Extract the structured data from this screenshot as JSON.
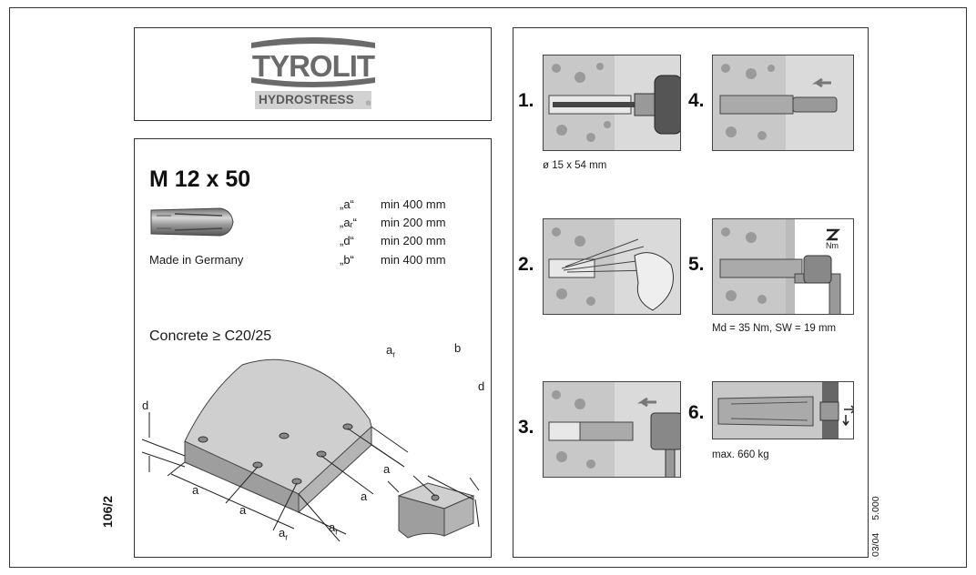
{
  "header": {
    "brand": "TYROLIT",
    "sub_brand": "HYDROSTRESS",
    "registered_mark": "®"
  },
  "product": {
    "title": "M 12 x 50",
    "origin": "Made in Germany",
    "distances": [
      {
        "key": "„a“",
        "value": "min 400 mm"
      },
      {
        "key": "„aᵣ“",
        "value": "min 200 mm"
      },
      {
        "key": "„d“",
        "value": "min 200 mm"
      },
      {
        "key": "„b“",
        "value": "min 400 mm"
      }
    ],
    "concrete": "Concrete ≥ C20/25"
  },
  "diagram": {
    "a": "a",
    "ar_main": "a",
    "ar_sub": "r",
    "b": "b",
    "d": "d"
  },
  "steps": [
    {
      "number": "1.",
      "caption": "ø 15 x 54 mm"
    },
    {
      "number": "2.",
      "caption": ""
    },
    {
      "number": "3.",
      "caption": ""
    },
    {
      "number": "4.",
      "caption": ""
    },
    {
      "number": "5.",
      "caption": "Md = 35 Nm, SW = 19 mm",
      "torque_label": "Nm"
    },
    {
      "number": "6.",
      "caption": "max. 660 kg"
    }
  ],
  "doc_code": "106/2",
  "doc_date": "03/04",
  "doc_qty": "5.000",
  "colors": {
    "concrete": "#c8c8c8",
    "steel": "#9a9a9a",
    "bg_grey": "#d6d6d6",
    "line": "#333333"
  }
}
